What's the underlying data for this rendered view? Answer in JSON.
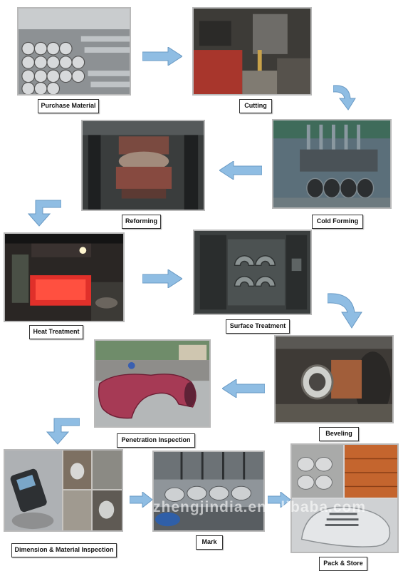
{
  "steps": {
    "purchase": "Purchase Material",
    "cutting": "Cutting",
    "cold_forming": "Cold Forming",
    "reforming": "Reforming",
    "heat_treatment": "Heat Treatment",
    "surface_treatment": "Surface Treatment",
    "beveling": "Beveling",
    "penetration": "Penetration Inspection",
    "dimension": "Dimension & Material Inspection",
    "mark": "Mark",
    "pack": "Pack & Store"
  },
  "watermark": "zhengjindia.en.alibaba.com",
  "colors": {
    "arrow": "#8fbde3",
    "arrow_stroke": "#6a9ac4",
    "border": "#b9b9b9"
  }
}
